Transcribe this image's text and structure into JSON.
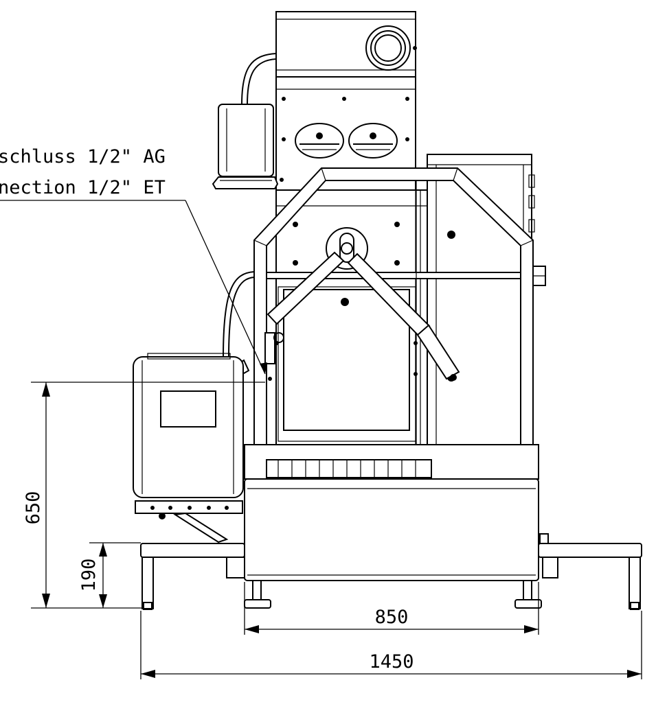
{
  "annotation": {
    "line1": "schluss 1/2\" AG",
    "line2": "nection 1/2\" ET"
  },
  "dimensions": {
    "overall_height": "650",
    "foot_height": "190",
    "inner_width": "850",
    "overall_width": "1450"
  }
}
